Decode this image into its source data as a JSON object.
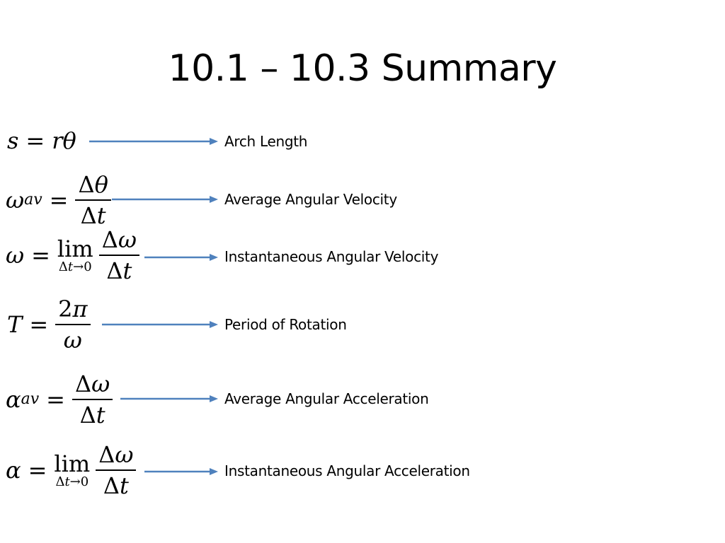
{
  "slide": {
    "title": "10.1 – 10.3 Summary"
  },
  "rows": [
    {
      "label": "Arch Length"
    },
    {
      "label": "Average Angular Velocity"
    },
    {
      "label": "Instantaneous Angular Velocity"
    },
    {
      "label": "Period of Rotation"
    },
    {
      "label": "Average Angular Acceleration"
    },
    {
      "label": "Instantaneous Angular Acceleration"
    }
  ],
  "colors": {
    "arrow": "#4f81bd"
  }
}
